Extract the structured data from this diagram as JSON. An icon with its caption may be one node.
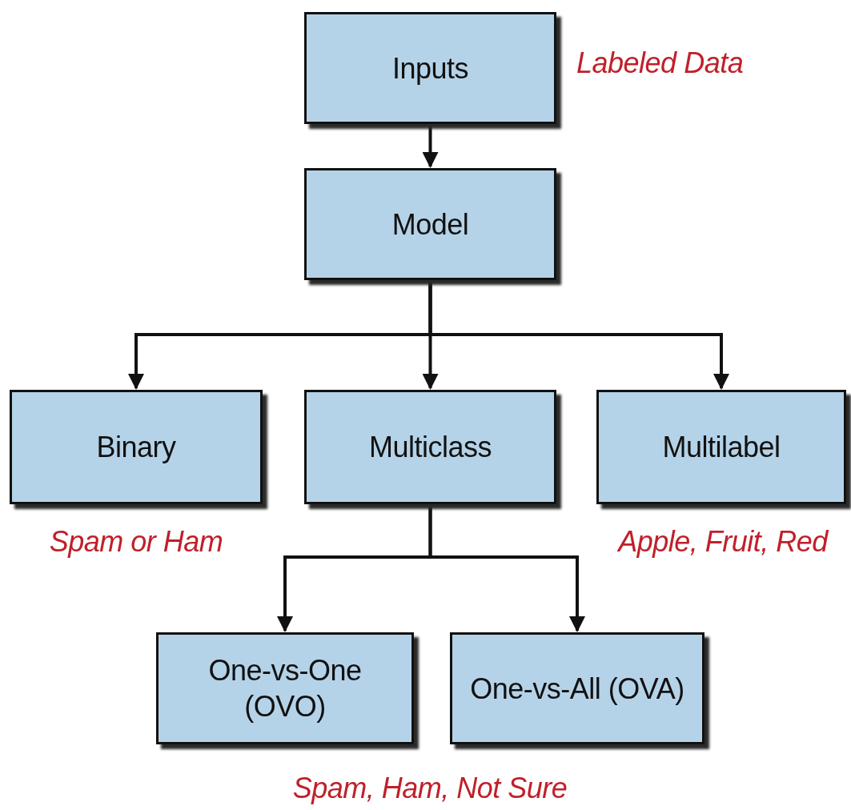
{
  "diagram": {
    "nodes": [
      {
        "text": [
          "Inputs"
        ],
        "beside": [
          "Labeled Data"
        ]
      },
      {
        "text": [
          "Model"
        ]
      },
      {
        "text": [
          "Binary"
        ],
        "beside": [
          "Spam or Ham"
        ]
      },
      {
        "text": [
          "Multiclass"
        ]
      },
      {
        "text": [
          "Multilabel"
        ],
        "beside": [
          "Apple, Fruit, Red"
        ]
      },
      {
        "text": [
          "One-vs-One (OVO)"
        ]
      },
      {
        "text": [
          "One-vs-All (OVA)"
        ]
      }
    ],
    "edges": [
      {
        "from": 0,
        "to": 1,
        "arrow": "to"
      },
      {
        "from": 1,
        "to": 2,
        "arrow": "to"
      },
      {
        "from": 1,
        "to": 3,
        "arrow": "to"
      },
      {
        "from": 1,
        "to": 4,
        "arrow": "to"
      },
      {
        "from": 3,
        "to": 5,
        "arrow": "to"
      },
      {
        "from": 3,
        "to": 6,
        "arrow": "to"
      }
    ],
    "labels": [
      "Spam, Ham, Not Sure"
    ]
  }
}
